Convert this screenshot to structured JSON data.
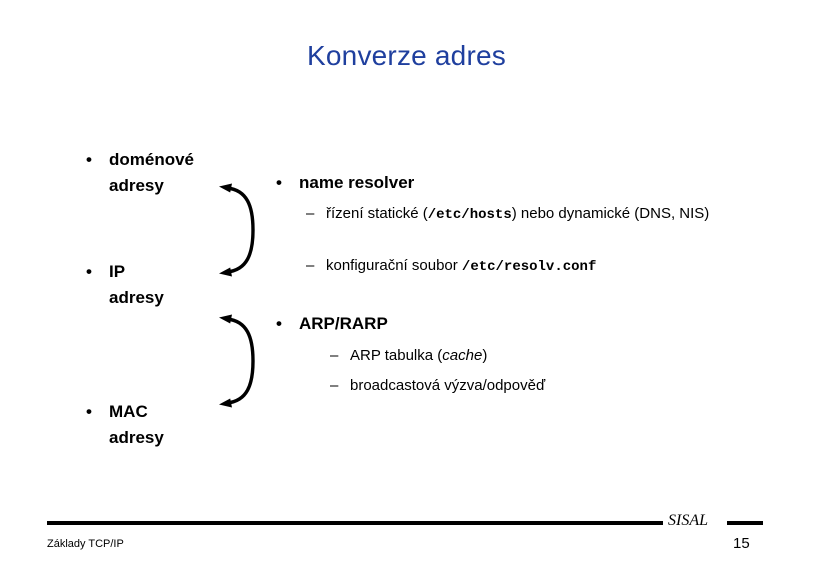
{
  "slide": {
    "title": "Konverze adres",
    "bullet_glyph": "•",
    "dash_glyph": "–",
    "title_color": "#1f3f9e",
    "text_color": "#000000",
    "background": "#ffffff"
  },
  "left_column": {
    "items": [
      {
        "label": "doménové\nadresy"
      },
      {
        "label": "IP\nadresy"
      },
      {
        "label": "MAC\nadresy"
      }
    ]
  },
  "arrows": [
    {
      "name": "domenove-ip-arrow",
      "direction": "double-headed"
    },
    {
      "name": "ip-mac-arrow",
      "direction": "double-headed"
    }
  ],
  "right_column": {
    "sections": [
      {
        "heading": "name resolver",
        "sub_items": [
          {
            "parts": [
              {
                "type": "text",
                "value": "řízení statické ("
              },
              {
                "type": "code",
                "value": "/etc/hosts"
              },
              {
                "type": "text",
                "value": ") nebo dynamické (DNS, NIS)"
              }
            ],
            "plain": "řízení statické (/etc/hosts) nebo dynamické (DNS, NIS)"
          },
          {
            "parts": [
              {
                "type": "text",
                "value": "konfigurační soubor "
              },
              {
                "type": "code",
                "value": "/etc/resolv.conf"
              }
            ],
            "plain": "konfigurační soubor /etc/resolv.conf"
          }
        ]
      },
      {
        "heading": "ARP/RARP",
        "sub_items": [
          {
            "parts": [
              {
                "type": "text",
                "value": "ARP tabulka ("
              },
              {
                "type": "italic",
                "value": "cache"
              },
              {
                "type": "text",
                "value": ")"
              }
            ],
            "plain": "ARP tabulka (cache)"
          },
          {
            "parts": [
              {
                "type": "text",
                "value": "broadcastová výzva/odpověď"
              }
            ],
            "plain": "broadcastová výzva/odpověď"
          }
        ]
      }
    ]
  },
  "footer": {
    "brand": "SISAL",
    "caption": "Základy TCP/IP",
    "page_number": "15"
  }
}
